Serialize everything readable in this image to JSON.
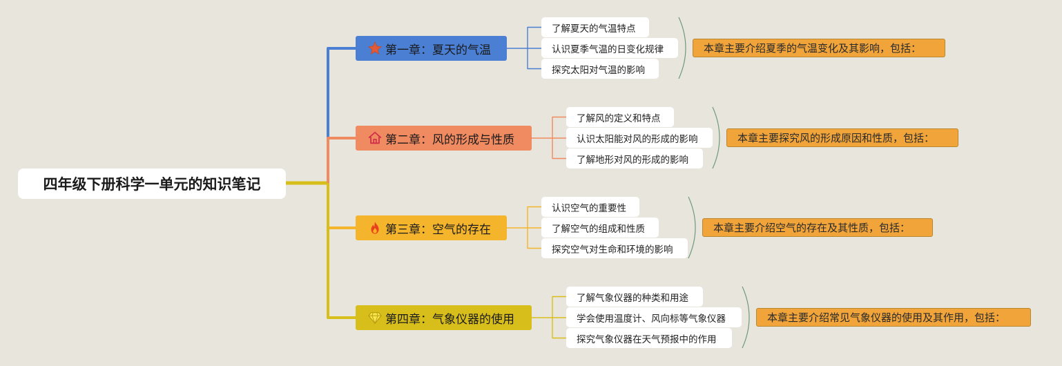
{
  "root": {
    "title": "四年级下册科学一单元的知识笔记"
  },
  "chapters": [
    {
      "title": "第一章：夏天的气温",
      "icon": "star-icon",
      "color": "#4a7fd4",
      "points": [
        "了解夏天的气温特点",
        "认识夏季气温的日变化规律",
        "探究太阳对气温的影响"
      ],
      "summary": "本章主要介绍夏季的气温变化及其影响，包括："
    },
    {
      "title": "第二章：风的形成与性质",
      "icon": "house-icon",
      "color": "#f08a60",
      "points": [
        "了解风的定义和特点",
        "认识太阳能对风的形成的影响",
        "了解地形对风的形成的影响"
      ],
      "summary": "本章主要探究风的形成原因和性质，包括："
    },
    {
      "title": "第三章：空气的存在",
      "icon": "fire-icon",
      "color": "#f4b52c",
      "points": [
        "认识空气的重要性",
        "了解空气的组成和性质",
        "探究空气对生命和环境的影响"
      ],
      "summary": "本章主要介绍空气的存在及其性质，包括："
    },
    {
      "title": "第四章：气象仪器的使用",
      "icon": "diamond-icon",
      "color": "#d8be1a",
      "points": [
        "了解气象仪器的种类和用途",
        "学会使用温度计、风向标等气象仪器",
        "探究气象仪器在天气预报中的作用"
      ],
      "summary": "本章主要介绍常见气象仪器的使用及其作用，包括："
    }
  ],
  "colors": {
    "background": "#e8e5dc",
    "summary_fill": "#f0a43a",
    "bracket": "#6d9a7c",
    "root_connector": "#d8be1a"
  }
}
